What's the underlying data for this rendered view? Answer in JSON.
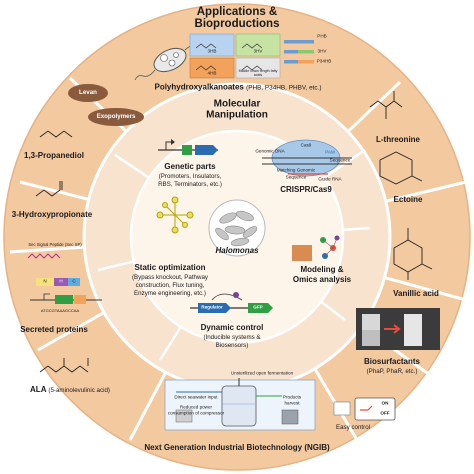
{
  "center": {
    "label": "Halomonas"
  },
  "ring_middle": {
    "title": "Molecular Manipulation"
  },
  "outer_top": {
    "title": "Applications & Bioproductions"
  },
  "outer_bottom": {
    "title": "Next Generation Industrial Biotechnology (NGIB)"
  },
  "segments": {
    "pha": {
      "label": "Polyhydroxyalkanoates",
      "detail": "(PHB, P34HB, PHBV, etc.)",
      "polymers": [
        "3HB",
        "3HV",
        "4HB",
        "Middle chain length fatty acids",
        "PHB",
        "3HV",
        "P34HB"
      ]
    },
    "levan": {
      "label": "Levan"
    },
    "exopolymers": {
      "label": "Exopolymers"
    },
    "propanediol": {
      "label": "1,3-Propanediol"
    },
    "hydroxypropionate": {
      "label": "3-Hydroxypropionate"
    },
    "secreted": {
      "label": "Secreted proteins",
      "signal": "Sec Signal Peptide (Sec SP)",
      "seq": "ATGCGTAAAGCCAA",
      "box_n": "N",
      "box_h": "H",
      "box_c": "C"
    },
    "ala": {
      "label": "ALA",
      "detail": "(5-aminolevulinic acid)"
    },
    "threonine": {
      "label": "L-threonine"
    },
    "ectoine": {
      "label": "Ectoine"
    },
    "vanillic": {
      "label": "Vanillic acid"
    },
    "biosurfactants": {
      "label": "Biosurfactants",
      "detail": "(PhaP, PhaR, etc.)"
    },
    "control": {
      "on": "ON",
      "off": "OFF",
      "label": "Easy control"
    }
  },
  "modules": {
    "genetic_parts": {
      "title": "Genetic parts",
      "detail": [
        "(Promoters, Insulators,",
        "RBS, Terminators, etc.)"
      ]
    },
    "crispr": {
      "title": "CRISPR/Cas9",
      "cas9": "Cas9",
      "genomic_dna": "Genomic DNA",
      "pam": "PAM",
      "pam_seq": "Sequence",
      "matching": "Matching Genomic",
      "matching_seq": "Sequence",
      "guide": "Guide RNA"
    },
    "static": {
      "title": "Static optimization",
      "detail": [
        "(Bypass knockout, Pathway",
        "construction, Flux tuning,",
        "Enzyme engineering, etc.)"
      ]
    },
    "modeling": {
      "title": [
        "Modeling &",
        "Omics analysis"
      ]
    },
    "dynamic": {
      "title": "Dynamic control",
      "detail": [
        "(Inducible systems &",
        "Biosensors)"
      ],
      "regulator": "Regulator",
      "gfp": "GFP"
    }
  },
  "ngib": {
    "unsterilized": "Unsterilized open fermentation",
    "seawater": "Direct seawater input",
    "reduced": [
      "Reduced power",
      "consumption of compressor"
    ],
    "harvest": [
      "Products",
      "harvest"
    ]
  },
  "colors": {
    "outer_ring": "#f3c9a0",
    "middle_ring": "#f8e3cf",
    "inner_ring": "#fdf4ea",
    "border": "#ffffff",
    "levan_ellipse": "#8a5a3c",
    "accent_blue": "#2b6cb0",
    "accent_green": "#2f9e44",
    "accent_purple": "#7b3fa0"
  }
}
